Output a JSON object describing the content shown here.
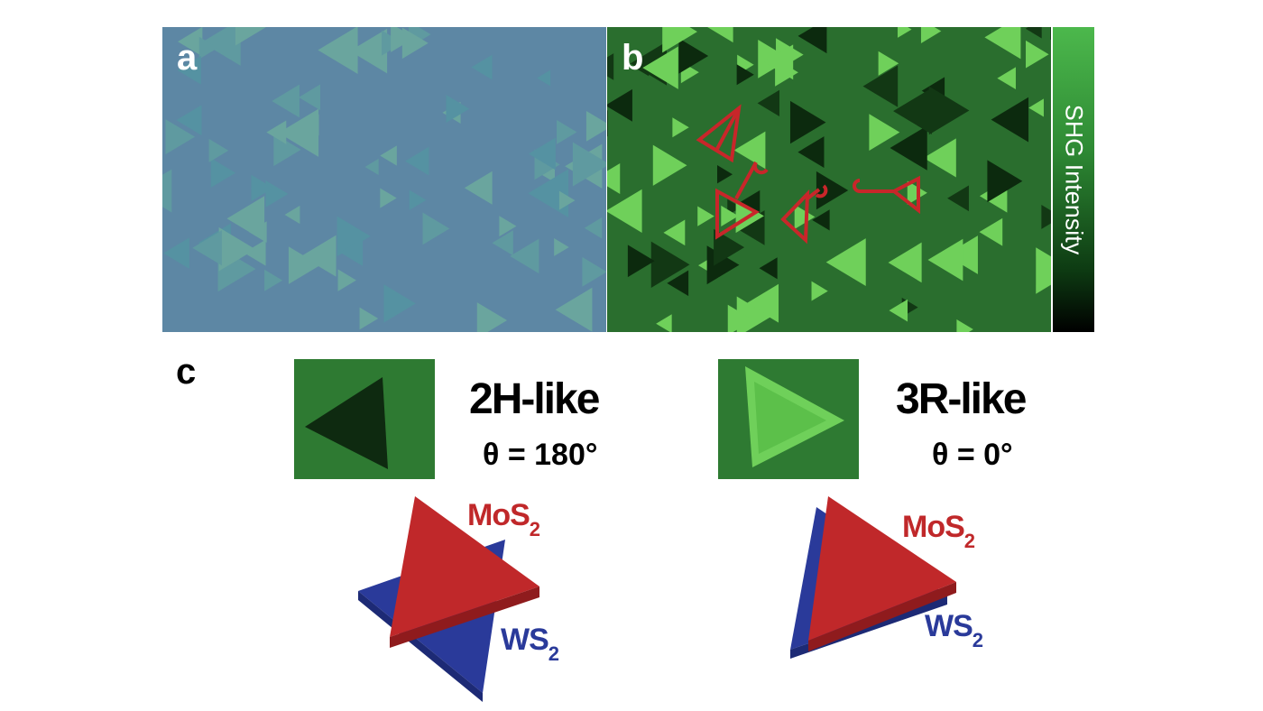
{
  "panels": {
    "a": "a",
    "b": "b",
    "c": "c"
  },
  "colorbar": {
    "label": "SHG Intensity"
  },
  "stacking": [
    {
      "name": "2H-like",
      "angle": "θ = 180°",
      "top_layer": "MoS",
      "bottom_layer": "WS",
      "subscript": "2"
    },
    {
      "name": "3R-like",
      "angle": "θ = 0°",
      "top_layer": "MoS",
      "bottom_layer": "WS",
      "subscript": "2"
    }
  ],
  "colors": {
    "mos2": "#c0282a",
    "ws2": "#2a3a9a",
    "shg_bright": "#6fd05a",
    "shg_bg": "#2a6e2e",
    "optical_bg": "#5d87a4"
  }
}
